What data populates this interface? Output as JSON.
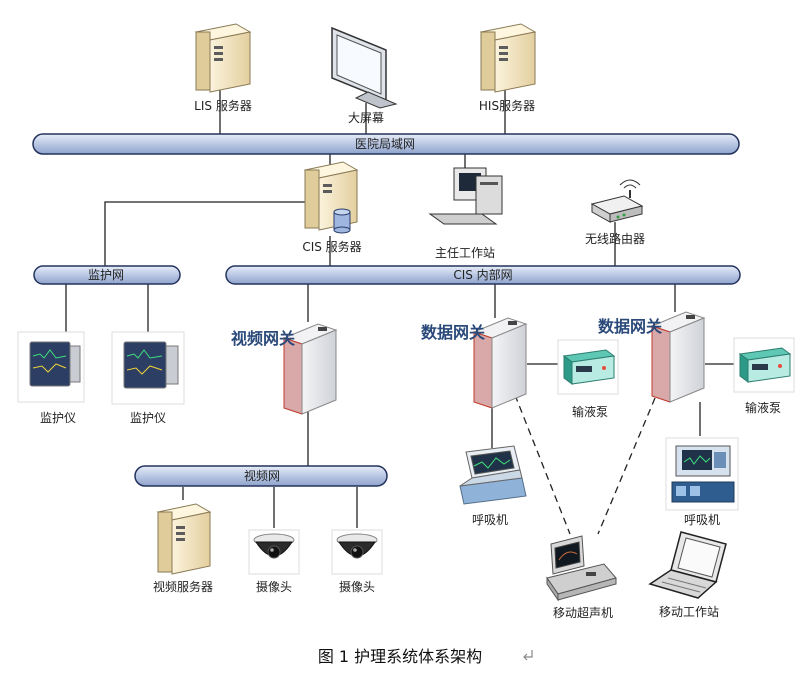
{
  "buses": {
    "hospital_lan": "医院局域网",
    "monitor_net": "监护网",
    "cis_intranet": "CIS 内部网",
    "video_net": "视频网"
  },
  "nodes": {
    "lis_server": "LIS 服务器",
    "big_screen": "大屏幕",
    "his_server": "HIS服务器",
    "cis_server": "CIS 服务器",
    "director_workstation": "主任工作站",
    "wireless_router": "无线路由器",
    "monitor_1": "监护仪",
    "monitor_2": "监护仪",
    "video_gateway": "视频网关",
    "data_gateway_1": "数据网关",
    "data_gateway_2": "数据网关",
    "infusion_pump_1": "输液泵",
    "infusion_pump_2": "输液泵",
    "ventilator_1": "呼吸机",
    "ventilator_2": "呼吸机",
    "mobile_ultrasound": "移动超声机",
    "mobile_workstation": "移动工作站",
    "video_server": "视频服务器",
    "camera_1": "摄像头",
    "camera_2": "摄像头"
  },
  "caption": "图 1  护理系统体系架构",
  "colors": {
    "bus_fill": "#b9c7e3",
    "bus_stroke": "#24335c",
    "gateway_red": "#c0392b",
    "gateway_label": "#2b4a7a"
  }
}
